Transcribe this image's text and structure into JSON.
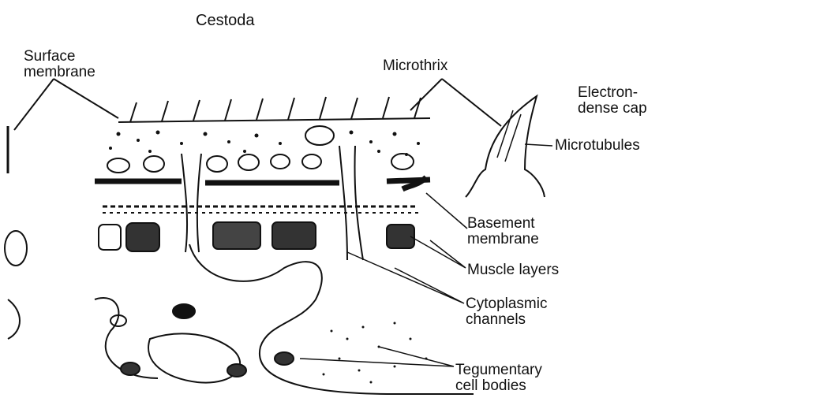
{
  "title": "Cestoda",
  "labels": {
    "surface_membrane": [
      "Surface",
      "membrane"
    ],
    "microthrix": "Microthrix",
    "electron_dense_cap": [
      "Electron-",
      "dense cap"
    ],
    "microtubules": "Microtubules",
    "basement_membrane": [
      "Basement",
      "membrane"
    ],
    "muscle_layers": "Muscle layers",
    "cytoplasmic_channels": [
      "Cytoplasmic",
      "channels"
    ],
    "tegumentary_cell_bodies": [
      "Tegumentary",
      "cell bodies"
    ]
  },
  "colors": {
    "ink": "#111111",
    "paper": "#ffffff"
  }
}
